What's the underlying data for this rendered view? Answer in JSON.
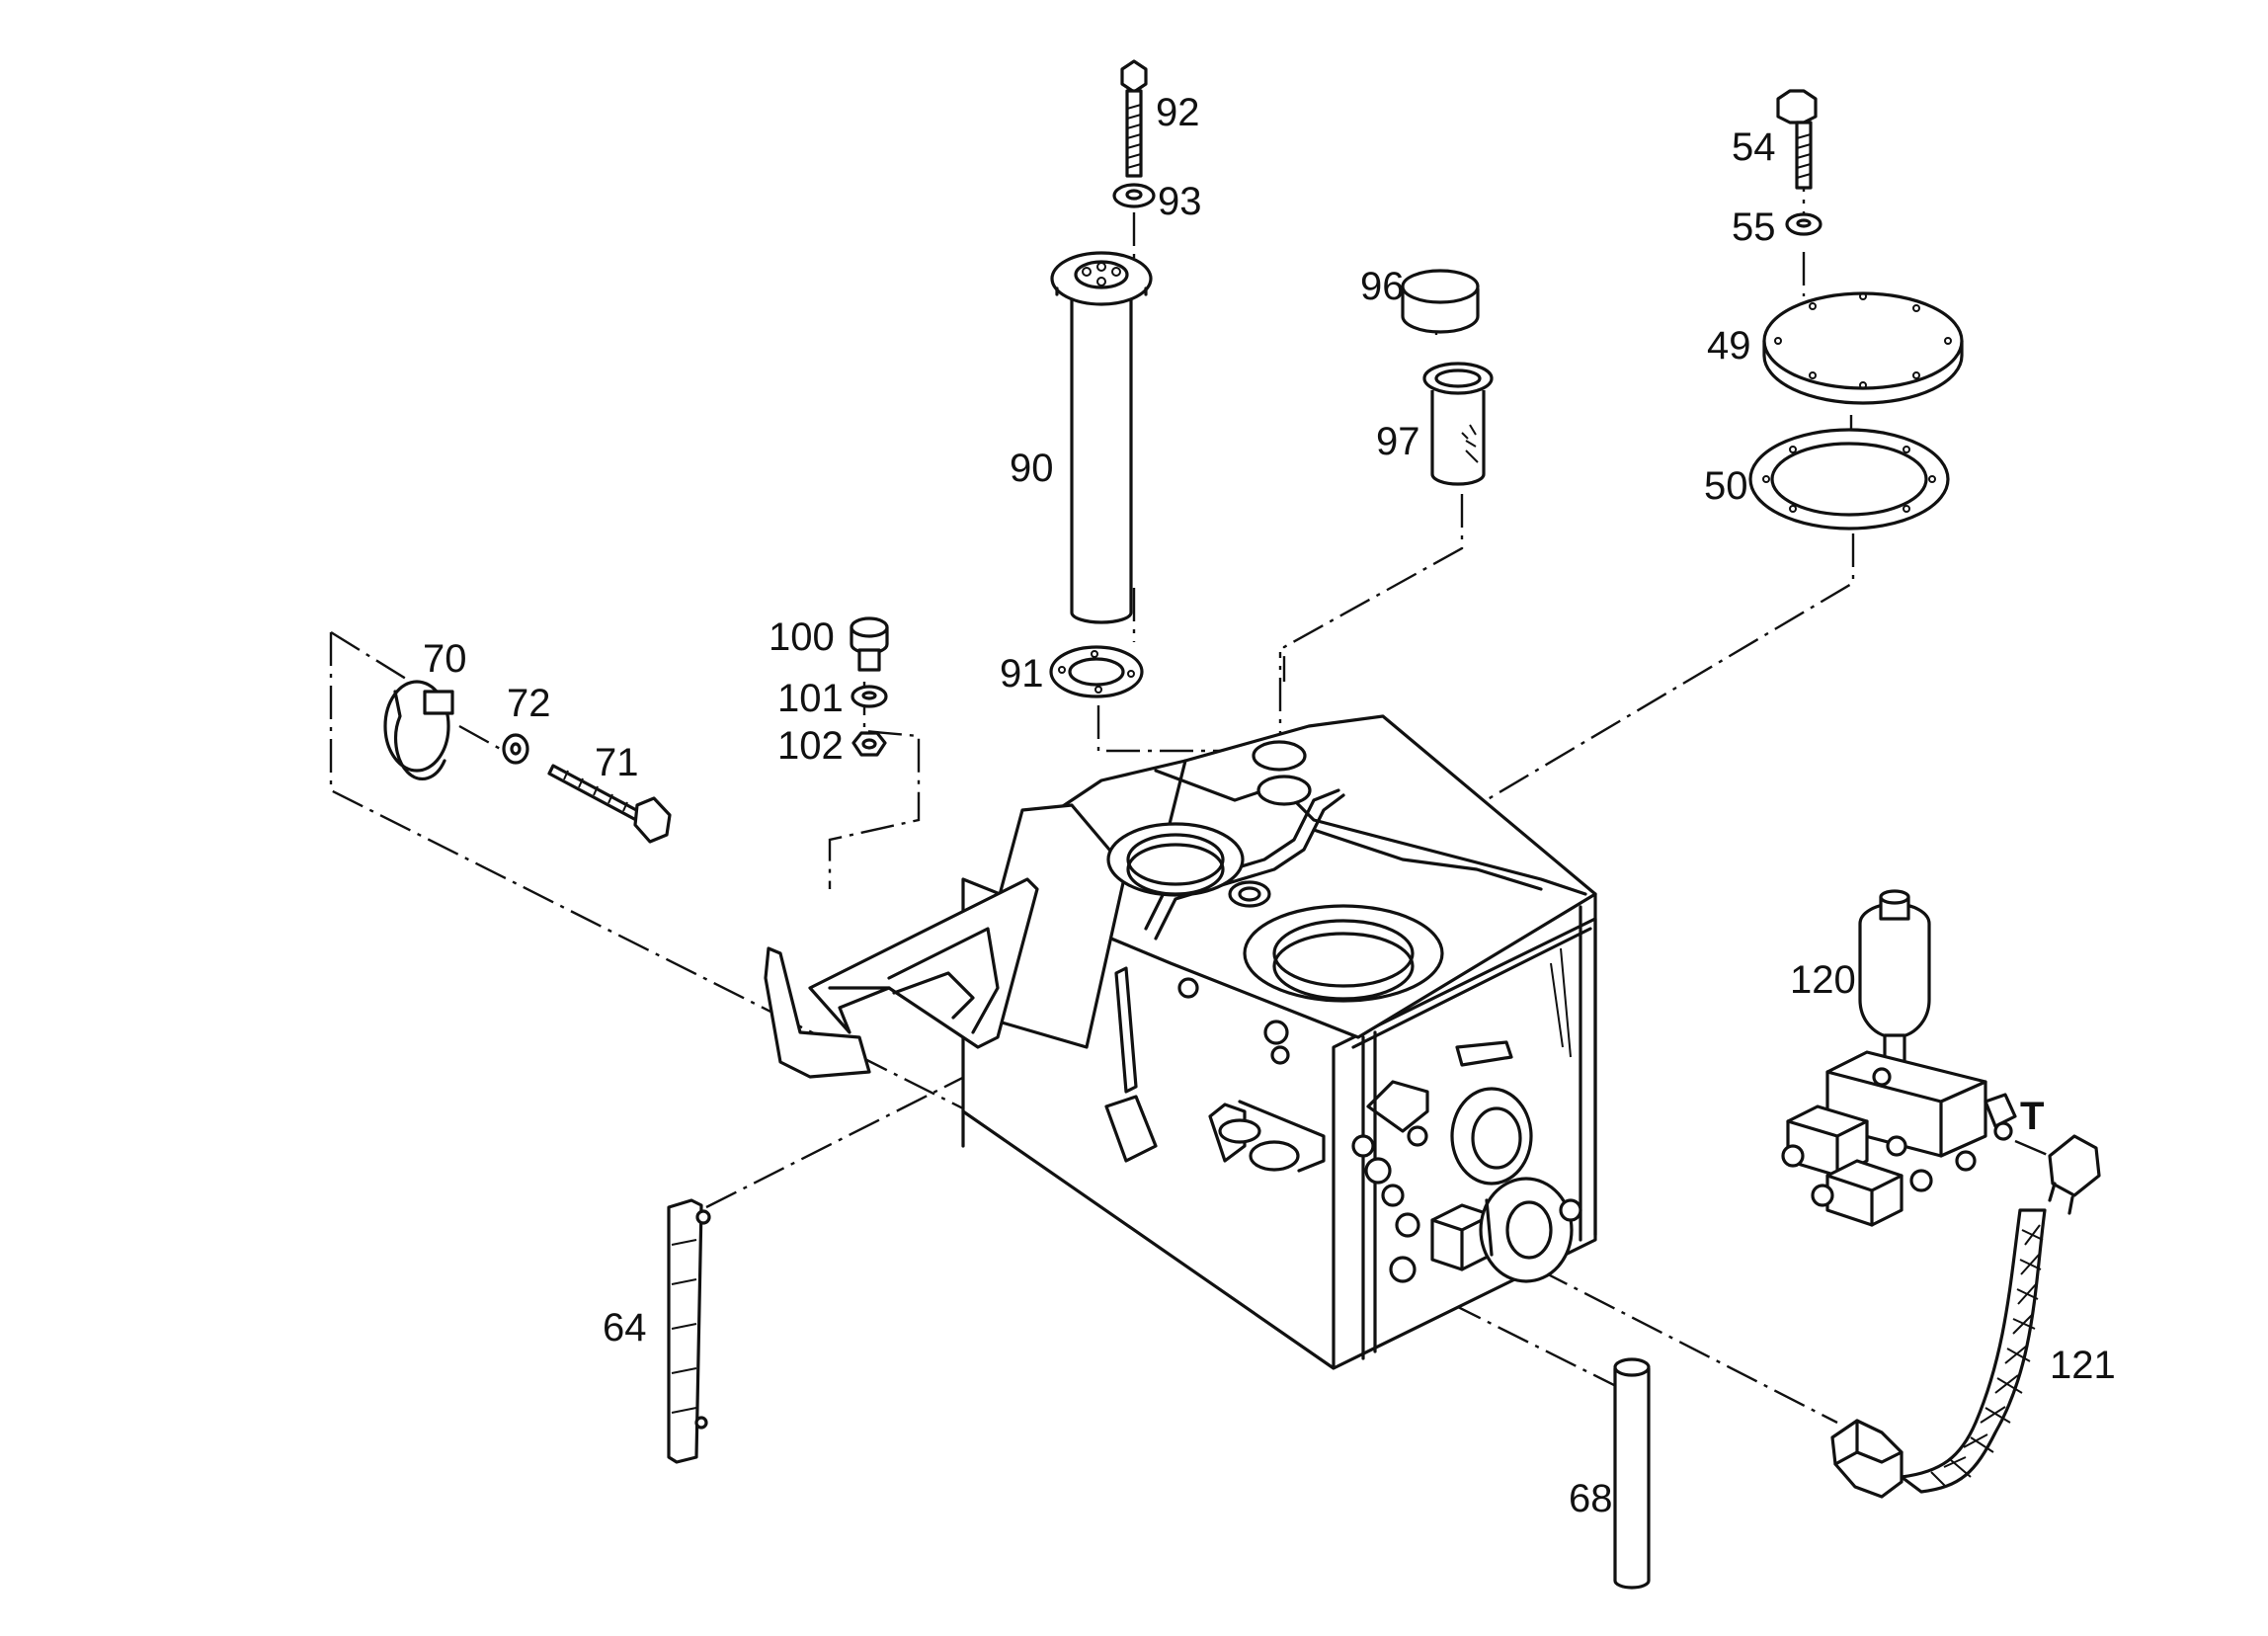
{
  "diagram": {
    "callouts": {
      "p92": "92",
      "p93": "93",
      "p54": "54",
      "p55": "55",
      "p96": "96",
      "p49": "49",
      "p97": "97",
      "p90": "90",
      "p50": "50",
      "p100": "100",
      "p70": "70",
      "p101": "101",
      "p91": "91",
      "p72": "72",
      "p102": "102",
      "p71": "71",
      "p120": "120",
      "pT": "T",
      "p121": "121",
      "p64": "64",
      "p68": "68"
    }
  }
}
